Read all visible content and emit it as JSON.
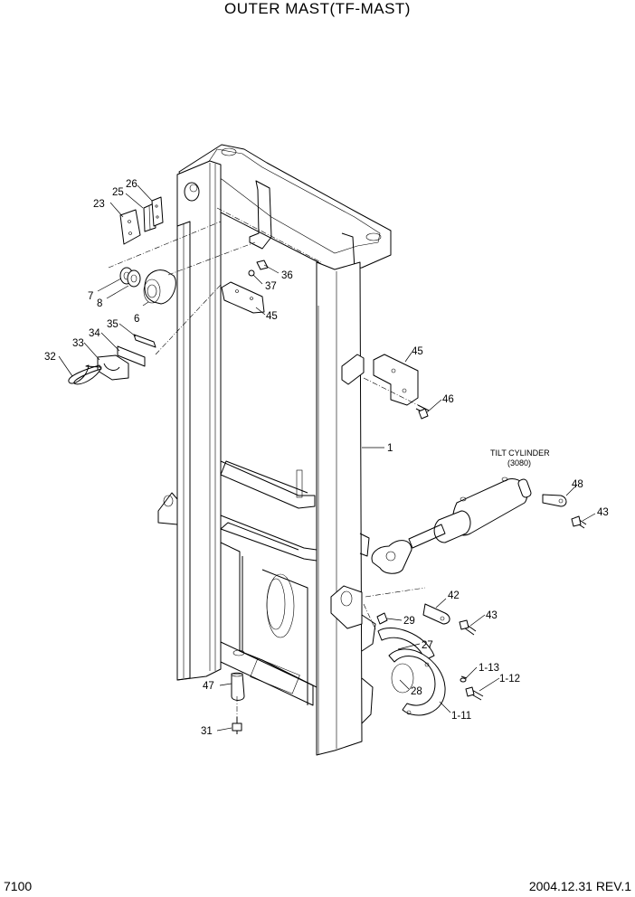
{
  "title": "OUTER MAST(TF-MAST)",
  "footer": {
    "page_code": "7100",
    "date_rev": "2004.12.31  REV.1"
  },
  "callouts": {
    "c1": "1",
    "c6": "6",
    "c7": "7",
    "c8": "8",
    "c23": "23",
    "c25": "25",
    "c26": "26",
    "c27": "27",
    "c28": "28",
    "c29": "29",
    "c31": "31",
    "c32": "32",
    "c33": "33",
    "c34": "34",
    "c35": "35",
    "c36": "36",
    "c37": "37",
    "c42": "42",
    "c43a": "43",
    "c43b": "43",
    "c45a": "45",
    "c45b": "45",
    "c46": "46",
    "c47": "47",
    "c48": "48",
    "c1_11": "1-11",
    "c1_12": "1-12",
    "c1_13": "1-13"
  },
  "tilt_cylinder": {
    "label": "TILT CYLINDER",
    "part_no": "(3080)"
  }
}
